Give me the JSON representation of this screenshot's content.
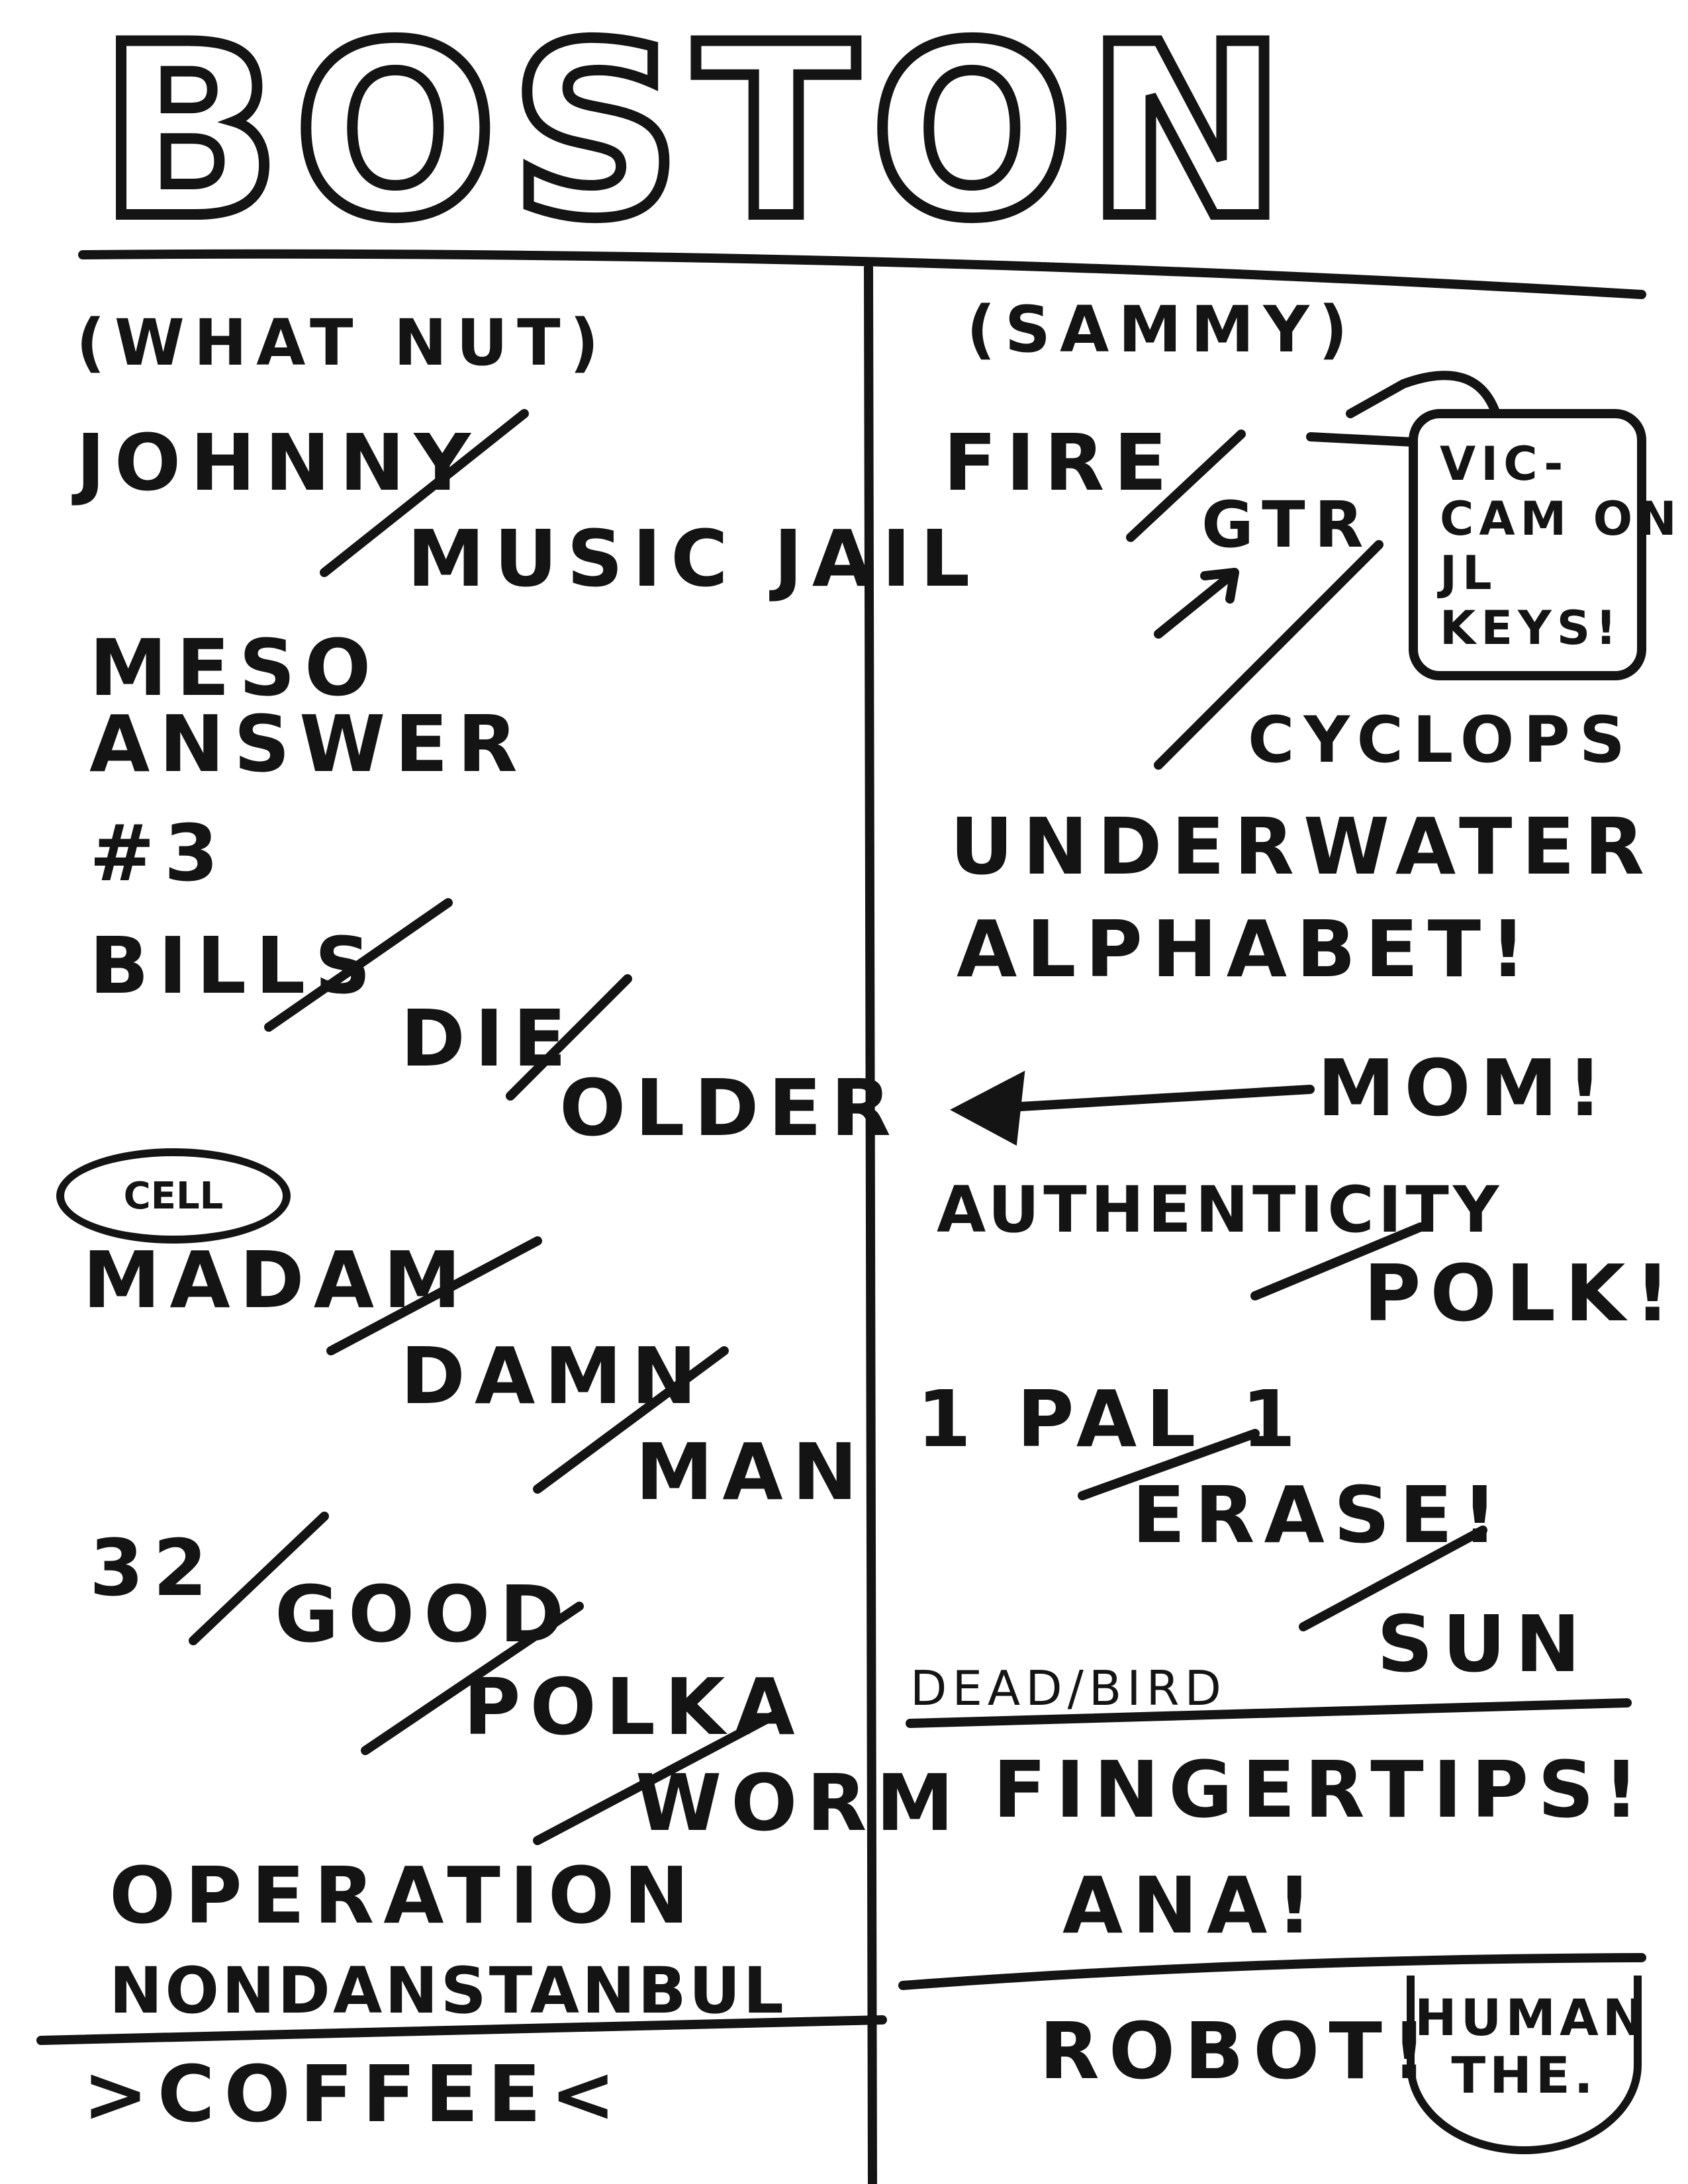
{
  "title": "BOSTON",
  "left_column": {
    "header": "(WHAT NUT)",
    "items": [
      "JOHNNY",
      "MUSIC JAIL",
      "MESO",
      "ANSWER",
      "#3",
      "BILLS",
      "DIE",
      "OLDER",
      "CELL",
      "MADAM",
      "DAMN",
      "MAN",
      "32",
      "GOOD",
      "POLKA",
      "WORM",
      "OPERATION",
      "NONDANSTANBUL"
    ],
    "footer": ">COFFEE<"
  },
  "right_column": {
    "header": "(SAMMY)",
    "items": [
      "FIRE",
      "GTR",
      "CYCLOPS",
      "UNDERWATER",
      "ALPHABET!",
      "MOM!",
      "AUTHENTICITY",
      "POLK!",
      "1 PAL 1",
      "ERASE!",
      "SUN",
      "DEAD/BIRD",
      "FINGERTIPS!",
      "ANA!",
      "ROBOT!"
    ],
    "note_box": "VIC-\nCAM ON\nJL\nKEYS!",
    "shield": "HUMAN\nTHE."
  }
}
